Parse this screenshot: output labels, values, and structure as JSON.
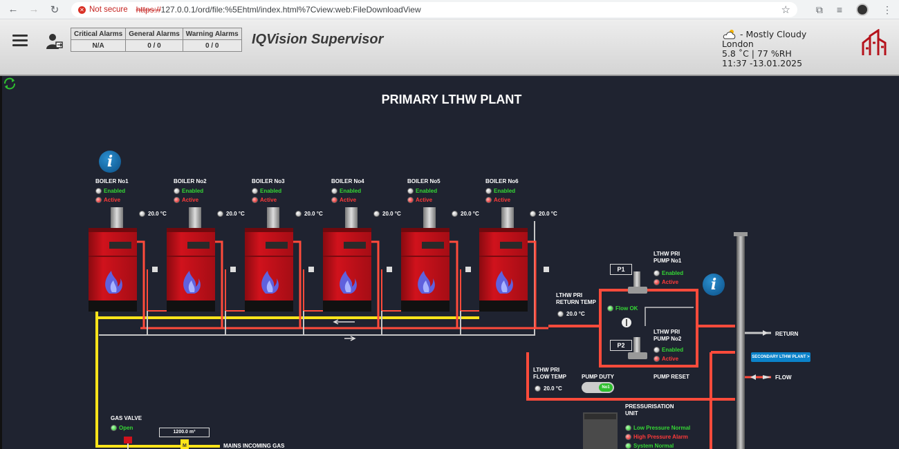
{
  "browser": {
    "security_label": "Not secure",
    "url_scheme": "https://",
    "url_rest": "127.0.0.1/ord/file:%5Ehtml/index.html%7Cview:web:FileDownloadView"
  },
  "header": {
    "alarms": {
      "headers": [
        "Critical Alarms",
        "General Alarms",
        "Warning Alarms"
      ],
      "values": [
        "N/A",
        "0 / 0",
        "0 / 0"
      ]
    },
    "title": "IQVision Supervisor",
    "weather": {
      "condition": "- Mostly Cloudy",
      "city": "London",
      "reading": "5.8 ˚C | 77 %RH",
      "datetime": "11:37 -13.01.2025"
    }
  },
  "plant": {
    "title": "PRIMARY LTHW PLANT",
    "boilers": [
      {
        "name": "BOILER No1",
        "enabled": "Enabled",
        "active": "Active",
        "temp": "20.0 °C"
      },
      {
        "name": "BOILER No2",
        "enabled": "Enabled",
        "active": "Active",
        "temp": "20.0 °C"
      },
      {
        "name": "BOILER No3",
        "enabled": "Enabled",
        "active": "Active",
        "temp": "20.0 °C"
      },
      {
        "name": "BOILER No4",
        "enabled": "Enabled",
        "active": "Active",
        "temp": "20.0 °C"
      },
      {
        "name": "BOILER No5",
        "enabled": "Enabled",
        "active": "Active",
        "temp": "20.0 °C"
      },
      {
        "name": "BOILER No6",
        "enabled": "Enabled",
        "active": "Active",
        "temp": "20.0 °C"
      }
    ],
    "return_temp": {
      "label1": "LTHW PRI",
      "label2": "RETURN TEMP",
      "value": "20.0 °C"
    },
    "flow_temp": {
      "label1": "LTHW PRI",
      "label2": "FLOW TEMP",
      "value": "20.0 °C"
    },
    "pump1": {
      "box": "P1",
      "label1": "LTHW PRI",
      "label2": "PUMP No1",
      "enabled": "Enabled",
      "active": "Active"
    },
    "pump2": {
      "box": "P2",
      "label1": "LTHW PRI",
      "label2": "PUMP No2",
      "enabled": "Enabled",
      "active": "Active"
    },
    "flow_ok": "Flow OK",
    "pump_duty": {
      "label": "PUMP DUTY",
      "value": "No1"
    },
    "pump_reset": "PUMP RESET",
    "return_label": "RETURN",
    "flow_label": "FLOW",
    "secondary_button": "SECONDARY LTHW PLANT >",
    "pressurisation": {
      "label1": "PRESSURISATION",
      "label2": "UNIT",
      "s1": "Low Pressure Normal",
      "s2": "High Pressure Alarm",
      "s3": "System Normal"
    },
    "gas_valve": {
      "label": "GAS VALVE",
      "state": "Open"
    },
    "gas_meter": {
      "value": "1200.0 m³",
      "badge": "M"
    },
    "mains_gas": "MAINS INCOMING GAS"
  },
  "colors": {
    "pipe_flow": "#ff4b3b",
    "pipe_return": "#c7c7c7",
    "gas": "#ffe41a",
    "boiler": "#d0121c"
  }
}
